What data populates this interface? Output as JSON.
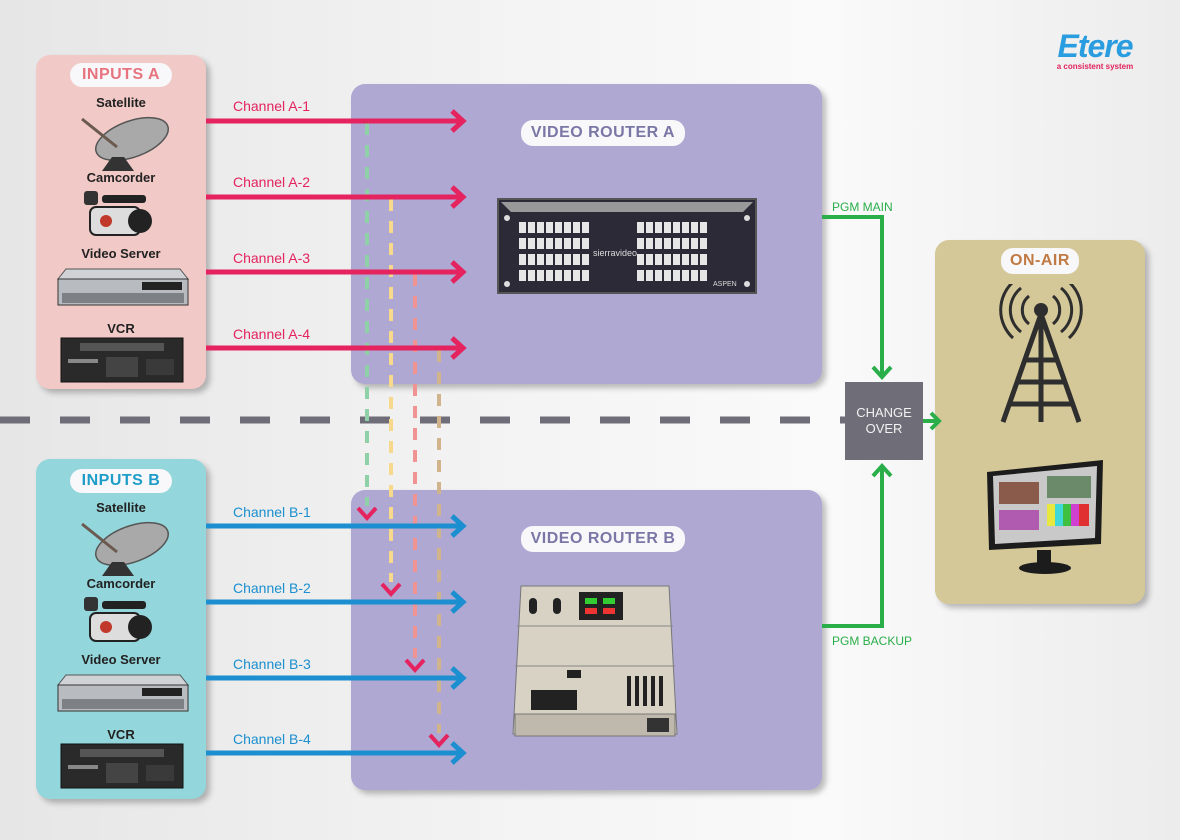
{
  "logo": {
    "brand": "Etere",
    "tagline": "a consistent system"
  },
  "colors": {
    "inputs_a_bg": "#f1c9c6",
    "inputs_b_bg": "#93d6db",
    "router_bg": "#aea8d3",
    "on_air_bg": "#d4c898",
    "channel_a": "#e4235f",
    "channel_b": "#1b8fcf",
    "pgm": "#2aae4a",
    "changeover": "#6f6d78",
    "backup_links": [
      "#8fd0a8",
      "#f6d98a",
      "#f09393",
      "#d2b48c"
    ]
  },
  "inputs_a": {
    "title": "INPUTS A",
    "devices": [
      {
        "label": "Satellite",
        "icon": "satellite-dish-icon"
      },
      {
        "label": "Camcorder",
        "icon": "camcorder-icon"
      },
      {
        "label": "Video Server",
        "icon": "video-server-icon"
      },
      {
        "label": "VCR",
        "icon": "vcr-icon"
      }
    ]
  },
  "inputs_b": {
    "title": "INPUTS B",
    "devices": [
      {
        "label": "Satellite",
        "icon": "satellite-dish-icon"
      },
      {
        "label": "Camcorder",
        "icon": "camcorder-icon"
      },
      {
        "label": "Video Server",
        "icon": "video-server-icon"
      },
      {
        "label": "VCR",
        "icon": "vcr-icon"
      }
    ]
  },
  "channels_a": [
    "Channel A-1",
    "Channel A-2",
    "Channel A-3",
    "Channel A-4"
  ],
  "channels_b": [
    "Channel B-1",
    "Channel B-2",
    "Channel B-3",
    "Channel B-4"
  ],
  "router_a": {
    "title": "VIDEO ROUTER A",
    "device": "router-panel-icon",
    "brand": "sierravideo",
    "model": "ASPEN"
  },
  "router_b": {
    "title": "VIDEO ROUTER B",
    "device": "video-mixer-icon"
  },
  "pgm_main": "PGM MAIN",
  "pgm_backup": "PGM BACKUP",
  "changeover": {
    "line1": "CHANGE",
    "line2": "OVER"
  },
  "on_air": {
    "title": "ON-AIR",
    "devices": [
      "transmitter-tower-icon",
      "monitor-icon"
    ]
  }
}
